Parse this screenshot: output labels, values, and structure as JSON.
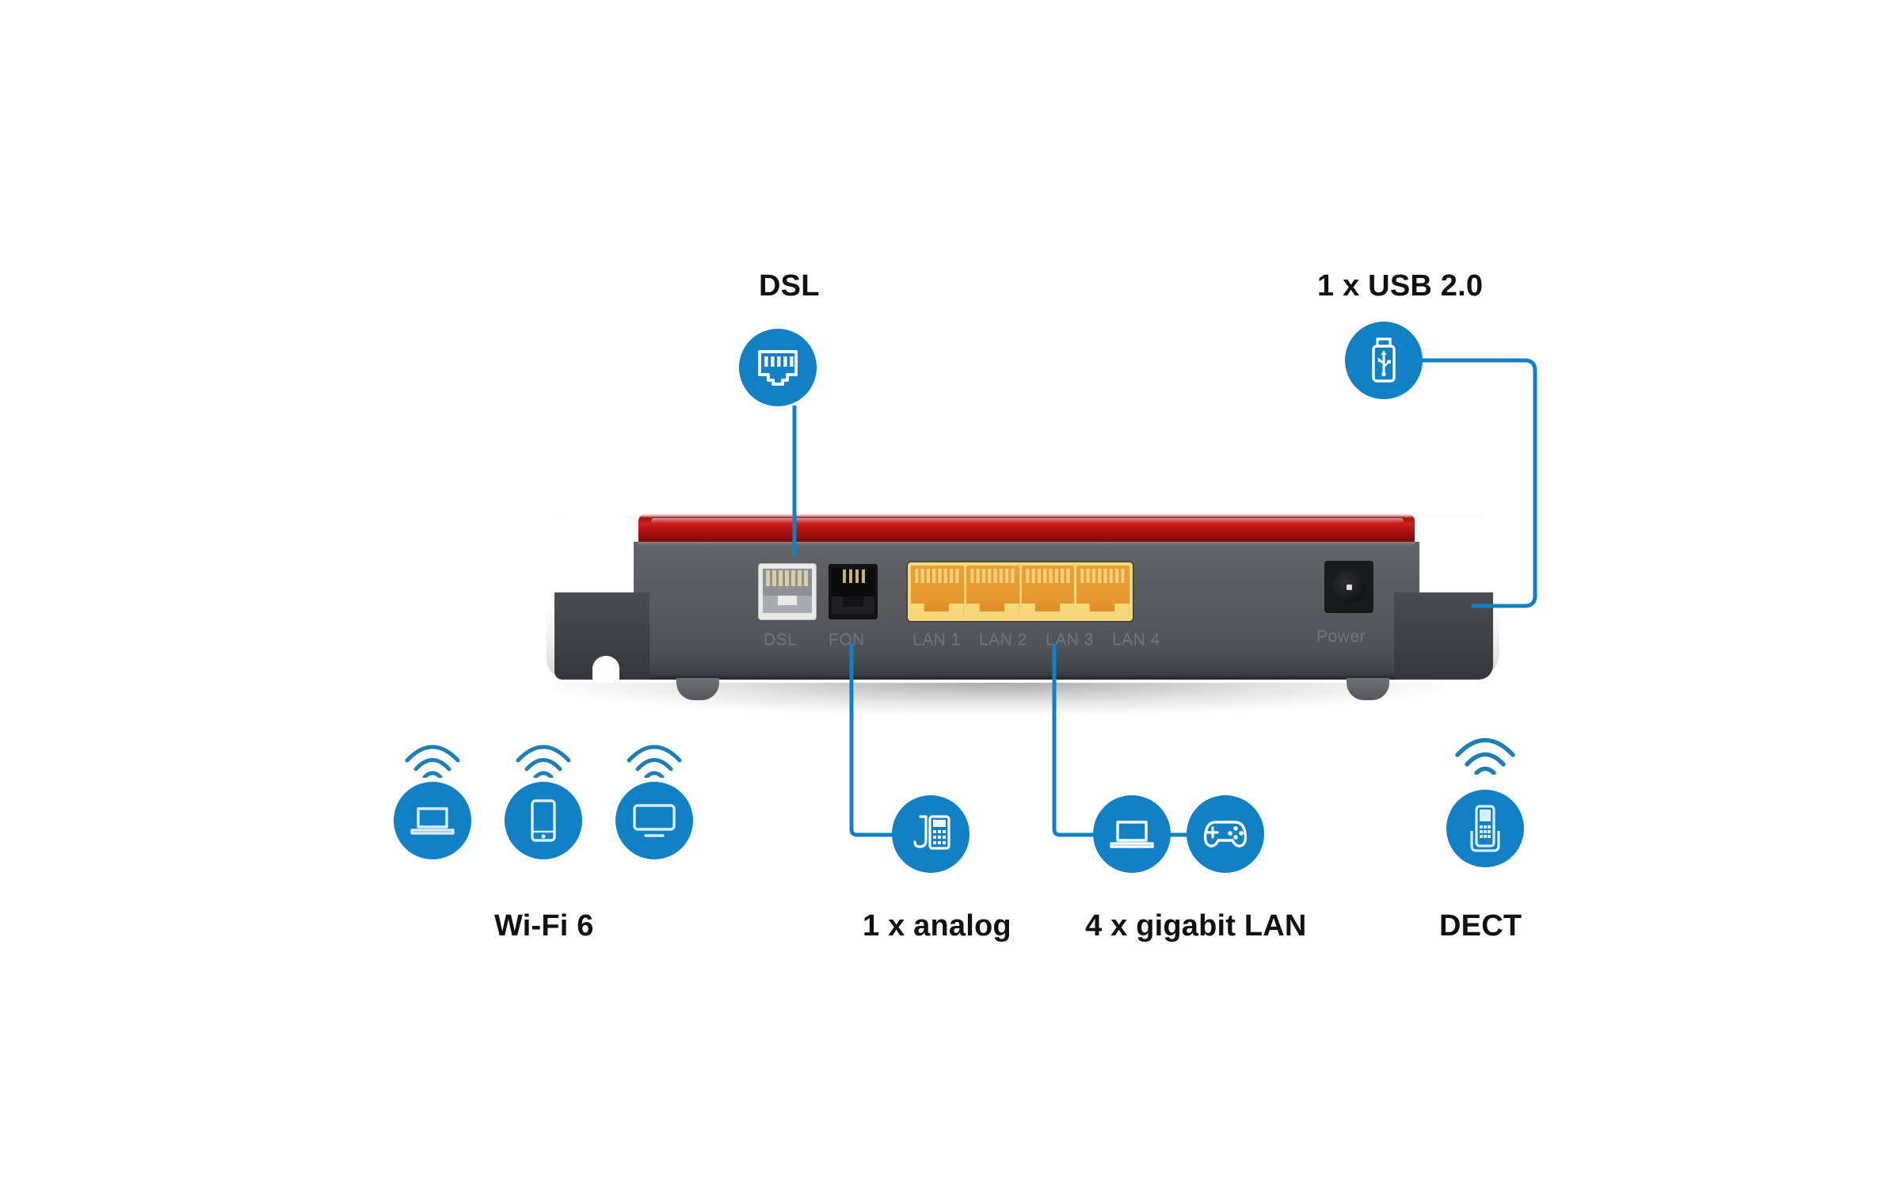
{
  "diagram": {
    "subject": "router-rear-connectivity",
    "accent_color": "#1180c4",
    "accent_red": "#c01d1d",
    "text_color": "#111111"
  },
  "callouts": {
    "top": [
      {
        "id": "dsl",
        "label": "DSL",
        "icon": "rj45-jack-icon"
      },
      {
        "id": "usb",
        "label": "1 x USB 2.0",
        "icon": "usb-stick-icon"
      }
    ],
    "bottom": [
      {
        "id": "wifi6",
        "label": "Wi-Fi 6",
        "icons": [
          "laptop-icon",
          "smartphone-icon",
          "monitor-icon"
        ]
      },
      {
        "id": "analog",
        "label": "1 x analog",
        "icons": [
          "desk-phone-icon"
        ]
      },
      {
        "id": "lan",
        "label": "4 x gigabit LAN",
        "icons": [
          "laptop-icon",
          "gamepad-icon"
        ]
      },
      {
        "id": "dect",
        "label": "DECT",
        "icons": [
          "cordless-handset-icon"
        ]
      }
    ]
  },
  "device": {
    "port_labels": {
      "dsl": "DSL",
      "fon": "FON",
      "lan1": "LAN 1",
      "lan2": "LAN 2",
      "lan3": "LAN 3",
      "lan4": "LAN 4",
      "power": "Power"
    }
  }
}
